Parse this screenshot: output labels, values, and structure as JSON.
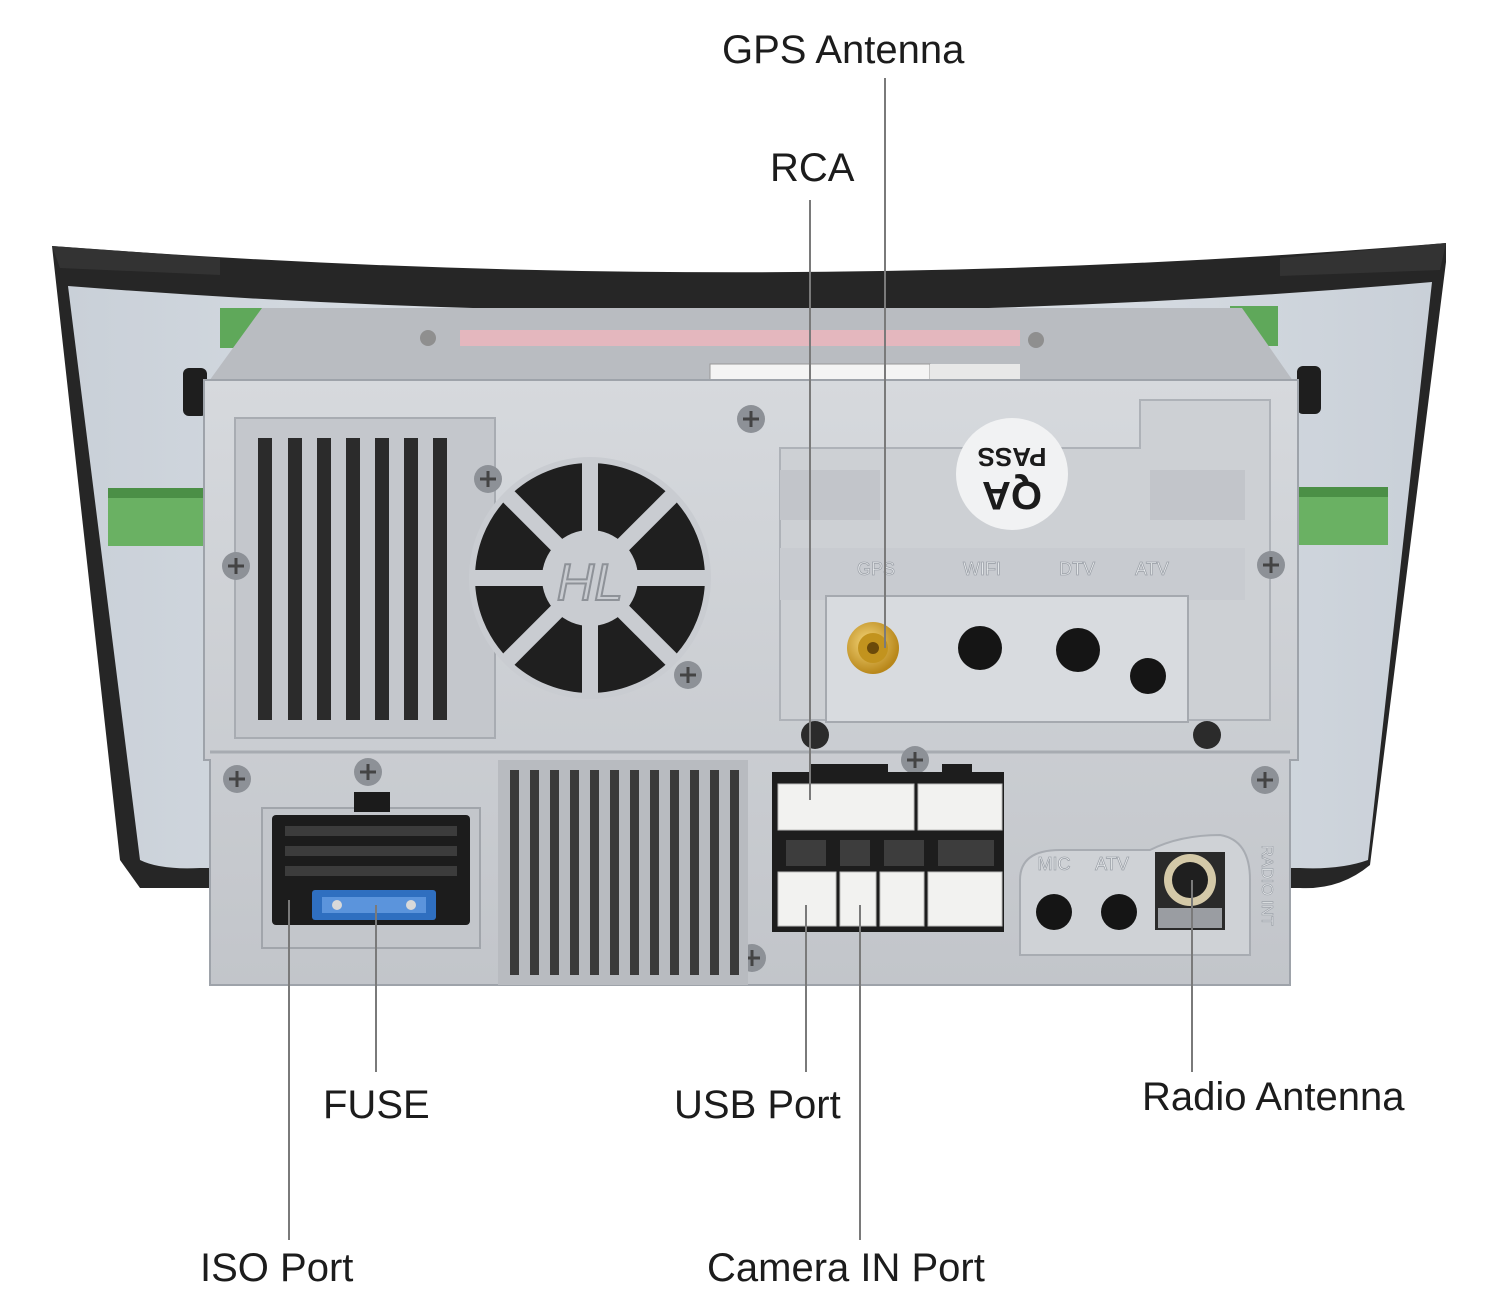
{
  "callouts": {
    "gps_antenna": "GPS Antenna",
    "rca": "RCA",
    "fuse": "FUSE",
    "usb_port": "USB Port",
    "radio_antenna": "Radio Antenna",
    "iso_port": "ISO Port",
    "camera_in_port": "Camera IN Port"
  },
  "panel_markings": {
    "logo": "HL",
    "qa_sticker_line1": "QA",
    "qa_sticker_line2": "PASS",
    "gps": "GPS",
    "wifi": "WIFI",
    "dtv": "DTV",
    "atv_top": "ATV",
    "mic": "MIC",
    "atv_bottom": "ATV",
    "radio_int": "RADIO INT"
  },
  "colors": {
    "panel": "#c9ccd1",
    "panel_dark": "#9ea3aa",
    "frame": "#2a2a2a",
    "green_board": "#5fa85a",
    "connector_white": "#f2f2f0",
    "gold": "#d4a52a",
    "fuse_blue": "#2f6fc0",
    "leader_line": "#7a7a7a"
  }
}
